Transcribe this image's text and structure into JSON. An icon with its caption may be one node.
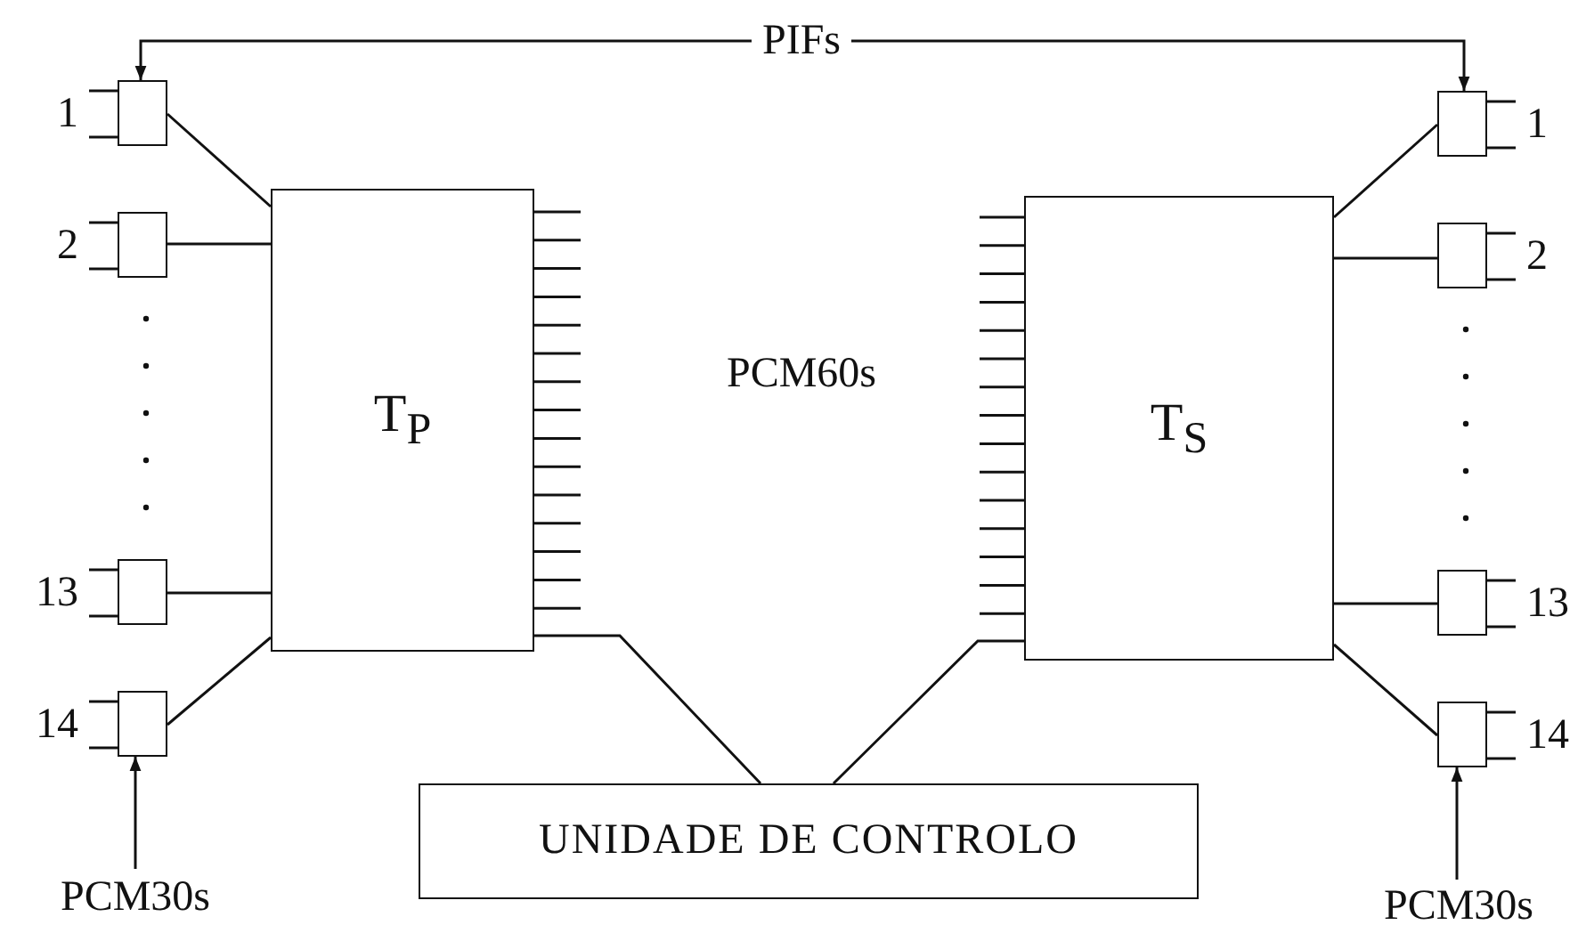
{
  "diagram": {
    "nodes": [
      {
        "text": [
          "T$_{P}$"
        ]
      },
      {
        "text": [
          "T$_{S}$"
        ]
      },
      {
        "text": [
          "UNIDADE DE CONTROLO"
        ]
      },
      {
        "text": [],
        "shape": "box",
        "beside": [
          "1"
        ]
      },
      {
        "text": [],
        "shape": "box",
        "beside": [
          "2"
        ]
      },
      {
        "text": [],
        "shape": "box",
        "beside": [
          "13"
        ]
      },
      {
        "text": [],
        "shape": "box",
        "beside": [
          "14"
        ]
      },
      {
        "text": [],
        "shape": "box",
        "beside": [
          "1"
        ]
      },
      {
        "text": [],
        "shape": "box",
        "beside": [
          "2"
        ]
      },
      {
        "text": [],
        "shape": "box",
        "beside": [
          "13"
        ]
      },
      {
        "text": [],
        "shape": "box",
        "beside": [
          "14"
        ]
      },
      {
        "text": [
          "PCM30s"
        ]
      },
      {
        "text": [
          "PCM30s"
        ]
      }
    ],
    "edges": [
      {
        "from": 3,
        "to": 7,
        "arrow": "both",
        "label": "PIFs"
      },
      {
        "from": 3,
        "to": 0,
        "arrow": "none"
      },
      {
        "from": 4,
        "to": 0,
        "arrow": "none"
      },
      {
        "from": 5,
        "to": 0,
        "arrow": "none"
      },
      {
        "from": 6,
        "to": 0,
        "arrow": "none"
      },
      {
        "from": 1,
        "to": 7,
        "arrow": "none"
      },
      {
        "from": 1,
        "to": 8,
        "arrow": "none"
      },
      {
        "from": 1,
        "to": 9,
        "arrow": "none"
      },
      {
        "from": 1,
        "to": 10,
        "arrow": "none"
      },
      {
        "from": 0,
        "to": 2,
        "arrow": "none"
      },
      {
        "from": 1,
        "to": 2,
        "arrow": "none"
      },
      {
        "from": 11,
        "to": 6,
        "arrow": "to"
      },
      {
        "from": 12,
        "to": 10,
        "arrow": "to"
      }
    ],
    "labels": [
      "PCM60s"
    ]
  }
}
